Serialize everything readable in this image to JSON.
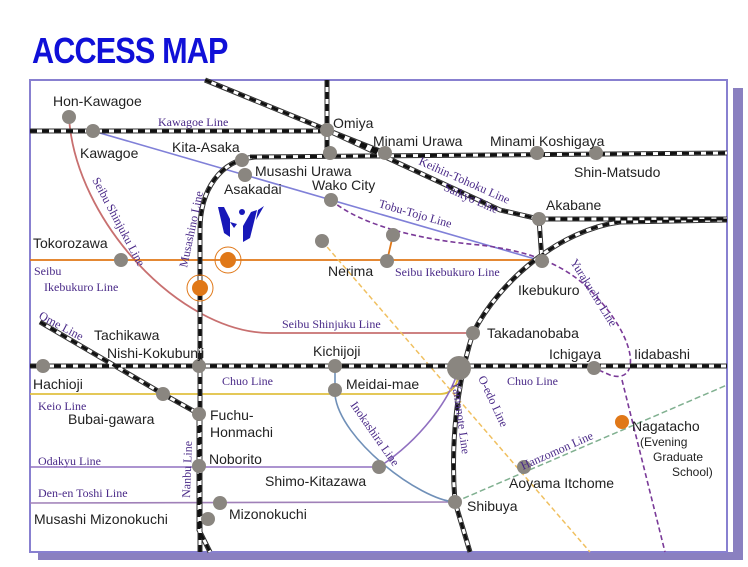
{
  "title": "ACCESS MAP",
  "stations": {
    "hon_kawagoe": "Hon-Kawagoe",
    "kawagoe": "Kawagoe",
    "omiya": "Omiya",
    "minami_urawa": "Minami Urawa",
    "minami_koshigaya": "Minami Koshigaya",
    "shin_matsudo": "Shin-Matsudo",
    "kita_asaka": "Kita-Asaka",
    "musashi_urawa": "Musashi Urawa",
    "asakadai": "Asakadai",
    "wako_city": "Wako City",
    "akabane": "Akabane",
    "tokorozawa": "Tokorozawa",
    "nerima": "Nerima",
    "ikebukuro": "Ikebukuro",
    "takadanobaba": "Takadanobaba",
    "tachikawa": "Tachikawa",
    "nishi_kokubunji": "Nishi-Kokubunji",
    "kichijoji": "Kichijoji",
    "ichigaya": "Ichigaya",
    "iidabashi": "Iidabashi",
    "hachioji": "Hachioji",
    "meidai_mae": "Meidai-mae",
    "bubai_gawara": "Bubai-gawara",
    "fuchu1": "Fuchu-",
    "fuchu2": "Honmachi",
    "nagatacho": "Nagatacho",
    "evening1": "(Evening",
    "evening2": "Graduate",
    "evening3": "School)",
    "noborito": "Noborito",
    "shimo_kitazawa": "Shimo-Kitazawa",
    "aoyama_itchome": "Aoyama Itchome",
    "mizonokuchi": "Mizonokuchi",
    "shibuya": "Shibuya",
    "musashi_mizonokuchi": "Musashi Mizonokuchi"
  },
  "lines": {
    "kawagoe": "Kawagoe Line",
    "seibu_shinjuku_v": "Seibu Shinjuku Line",
    "musashino": "Musashino Line",
    "keihin": "Keihin-Tohoku Line",
    "saikyo": "Saikyo Line",
    "tobu_tojo": "Tobu-Tojo Line",
    "seibu1": "Seibu",
    "seibu2": "Ikebukuro Line",
    "seibu_ikebukuro": "Seibu Ikebukuro Line",
    "yurakucho": "Yurakucho Line",
    "ome": "Ome Line",
    "seibu_shinjuku_h": "Seibu Shinjuku Line",
    "chuo_l": "Chuo Line",
    "chuo_r": "Chuo Line",
    "keio": "Keio Line",
    "nanbu": "Nanbu Line",
    "inokashira": "Inokashira Line",
    "oedo": "O-edo Line",
    "yamanote": "Yamanote Line",
    "hanzomon": "Hanzomon Line",
    "odakyu": "Odakyu Line",
    "denen": "Den-en Toshi Line"
  },
  "colors": {
    "title": "#1010d8",
    "frame": "#8880d0",
    "station": "#8a8680",
    "orange": "#e07818",
    "logo": "#1818b8"
  }
}
